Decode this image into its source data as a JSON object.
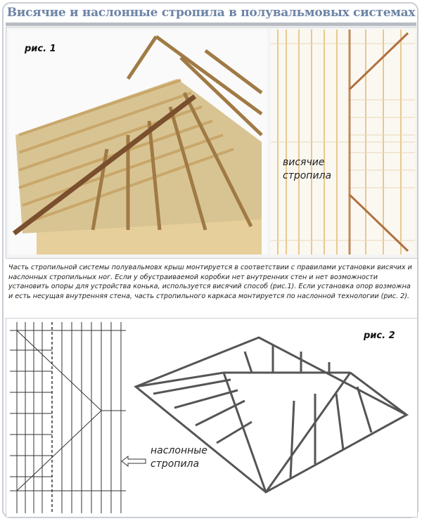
{
  "title": "Висячие и наслонные стропила в полувальмовых системах",
  "figure1": {
    "label": "рис. 1",
    "caption_line1": "висячие",
    "caption_line2": "стропила"
  },
  "description": "Часть стропильной системы полувальмовх крыш монтируется в соответствии с правилами установки висячих и наслонных стропильных ног. Если у обустраиваемой коробки нет внутренних стен и нет возможности установить опоры для устройства конька, используется висячий способ (рис.1). Если установка опор возможна и есть несущая внутренняя стена, часть стропильного каркаса монтируется по наслонной технологии (рис. 2).",
  "figure2": {
    "label": "рис. 2",
    "caption_line1": "наслонные",
    "caption_line2": "стропила"
  },
  "colors": {
    "title": "#6e84a6",
    "timber": "#c9a76a",
    "rafter": "#8b5a3a",
    "steel": "#555555"
  }
}
